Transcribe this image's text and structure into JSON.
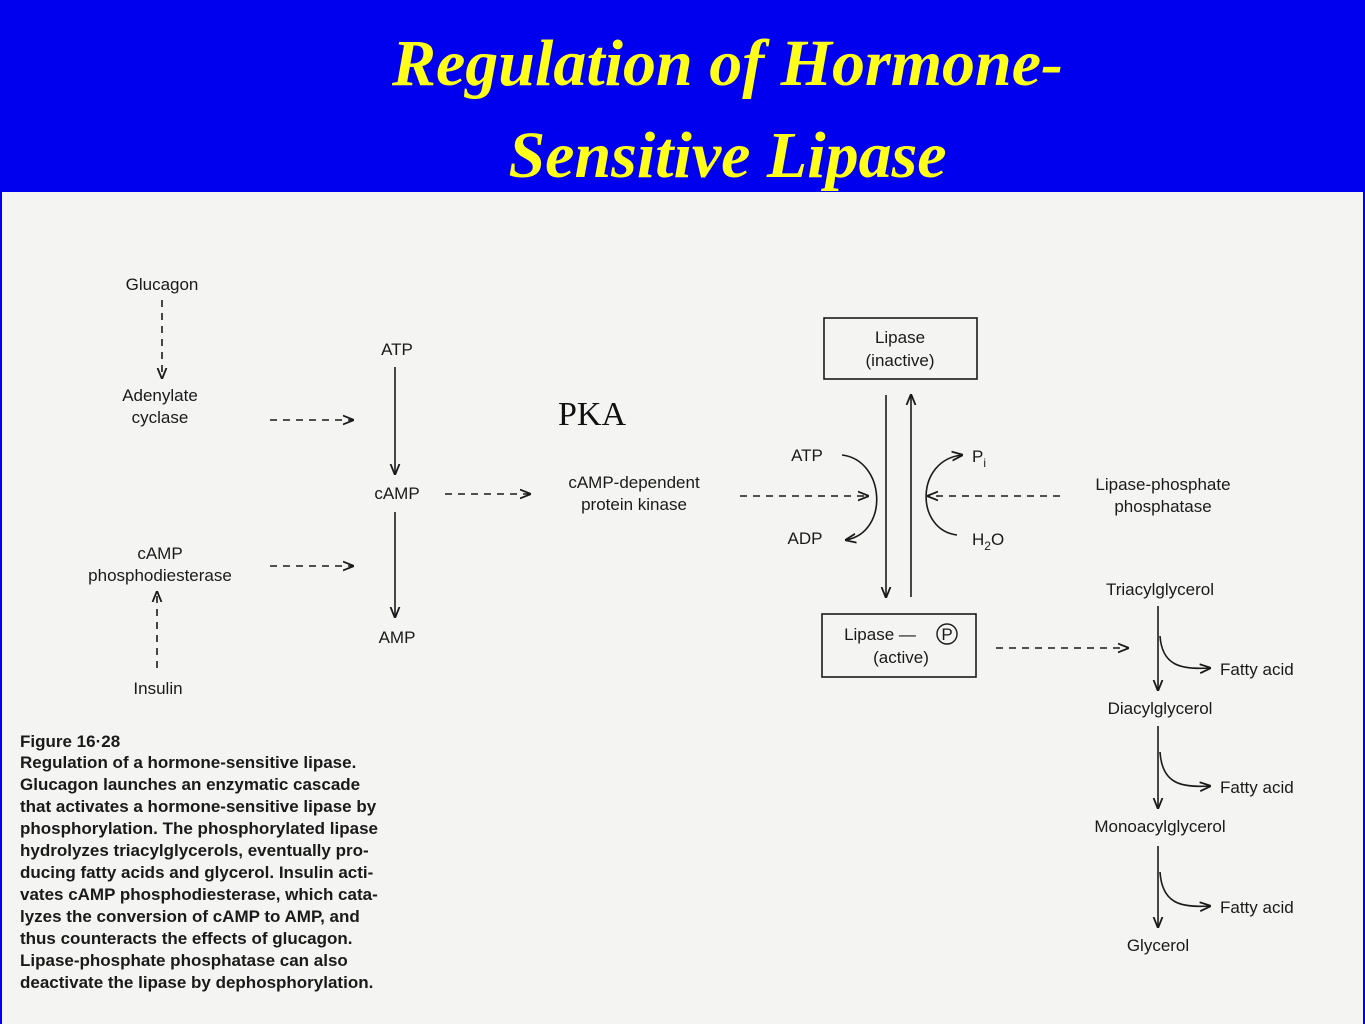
{
  "title": {
    "line1": "Regulation of Hormone-",
    "line2": "Sensitive Lipase"
  },
  "colors": {
    "header_bg": "#0000ee",
    "title_text": "#ffff1a",
    "paper": "#f4f4f3"
  },
  "diagram": {
    "glucagon": "Glucagon",
    "adenylate_1": "Adenylate",
    "adenylate_2": "cyclase",
    "atp_top": "ATP",
    "camp": "cAMP",
    "amp": "AMP",
    "pde_1": "cAMP",
    "pde_2": "phosphodiesterase",
    "insulin": "Insulin",
    "pka": "PKA",
    "pk_1": "cAMP-dependent",
    "pk_2": "protein kinase",
    "lipase_inactive_1": "Lipase",
    "lipase_inactive_2": "(inactive)",
    "atp_right": "ATP",
    "adp": "ADP",
    "pi": "P",
    "pi_sub": "i",
    "h2o_h": "H",
    "h2o_2": "2",
    "h2o_o": "O",
    "lpp_1": "Lipase-phosphate",
    "lpp_2": "phosphatase",
    "lipase_active_1": "Lipase —",
    "lipase_active_p": "P",
    "lipase_active_2": "(active)",
    "tag": "Triacylglycerol",
    "dag": "Diacylglycerol",
    "mag": "Monoacylglycerol",
    "glycerol": "Glycerol",
    "fa1": "Fatty acid",
    "fa2": "Fatty acid",
    "fa3": "Fatty acid"
  },
  "caption": {
    "figure": "Figure 16·28",
    "lines": [
      "Regulation of a hormone-sensitive lipase.",
      "Glucagon launches an enzymatic cascade",
      "that activates a hormone-sensitive lipase by",
      "phosphorylation. The phosphorylated lipase",
      "hydrolyzes triacylglycerols, eventually pro-",
      "ducing fatty acids and glycerol. Insulin acti-",
      "vates cAMP phosphodiesterase, which cata-",
      "lyzes the conversion of cAMP to AMP, and",
      "thus counteracts the effects of glucagon.",
      "Lipase-phosphate phosphatase can also",
      "deactivate the lipase by dephosphorylation."
    ]
  }
}
